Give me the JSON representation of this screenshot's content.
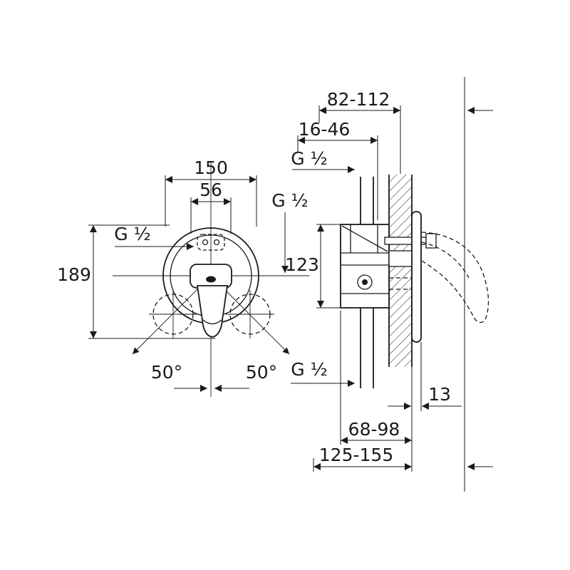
{
  "page": {
    "background": "#ffffff",
    "line_color": "#1a1a1a"
  },
  "front_view": {
    "dim_width": "150",
    "dim_hub_width": "56",
    "dim_height": "189",
    "thread_top": "G ½",
    "thread_side": "G ½",
    "angle_left": "50°",
    "angle_right": "50°"
  },
  "side_view": {
    "dim_depth_range_top": "82-112",
    "dim_rough_in": "16-46",
    "thread_supply": "G ½",
    "dim_body_height": "123",
    "thread_outlet": "G ½",
    "dim_plate_depth": "13",
    "dim_wall_min": "68-98",
    "dim_wall_total": "125-155"
  }
}
